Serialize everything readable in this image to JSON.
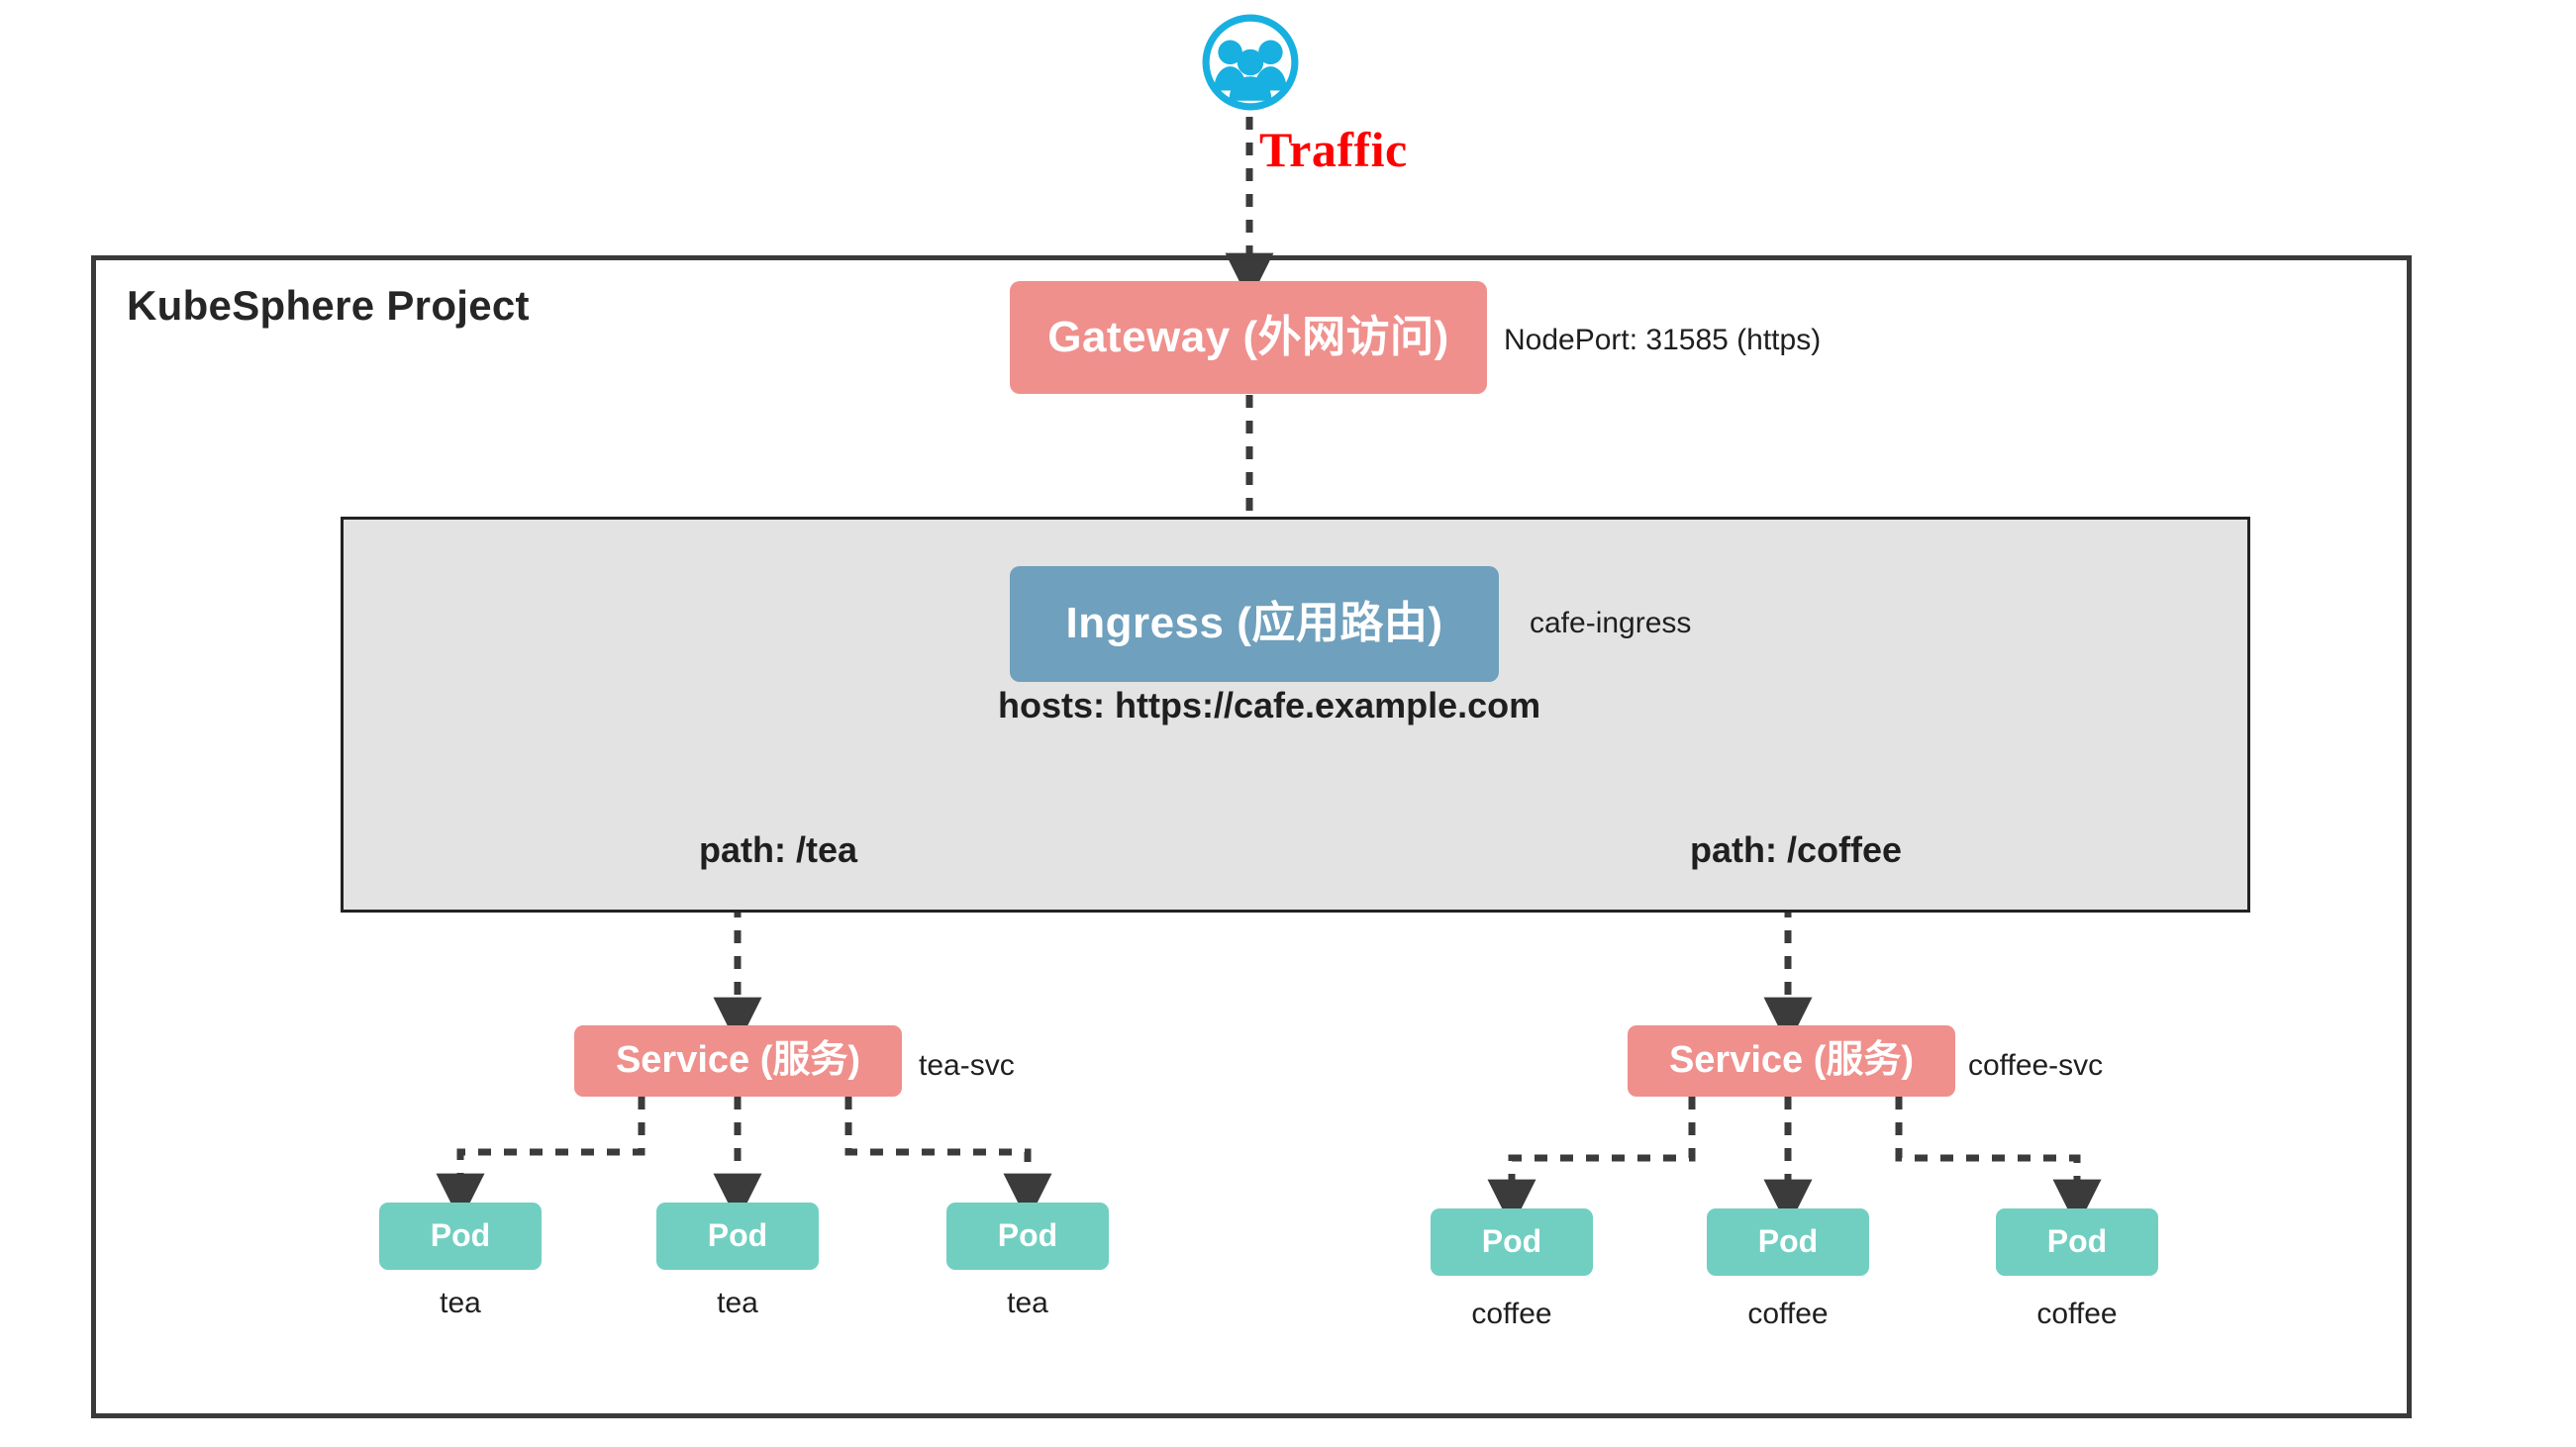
{
  "diagram": {
    "title": "KubeSphere Project",
    "traffic_label": "Traffic",
    "users_icon_name": "users-icon",
    "colors": {
      "gateway": "#ef908d",
      "ingress": "#6fa0bd",
      "service": "#ef908d",
      "pod": "#71cfc1",
      "traffic_text": "#ff0000",
      "users_icon": "#18b0e0",
      "ingress_zone_bg": "#e3e3e3",
      "border": "#3a3a3a",
      "arrow": "#3b3b3b"
    }
  },
  "gateway": {
    "label": "Gateway (外网访问)",
    "annotation": "NodePort: 31585 (https)"
  },
  "ingress": {
    "label": "Ingress (应用路由)",
    "annotation": "cafe-ingress",
    "hosts": "hosts: https://cafe.example.com"
  },
  "branches": [
    {
      "path_label": "path: /tea",
      "service_label": "Service (服务)",
      "service_annotation": "tea-svc",
      "pods": [
        {
          "label": "Pod",
          "caption": "tea"
        },
        {
          "label": "Pod",
          "caption": "tea"
        },
        {
          "label": "Pod",
          "caption": "tea"
        }
      ]
    },
    {
      "path_label": "path: /coffee",
      "service_label": "Service (服务)",
      "service_annotation": "coffee-svc",
      "pods": [
        {
          "label": "Pod",
          "caption": "coffee"
        },
        {
          "label": "Pod",
          "caption": "coffee"
        },
        {
          "label": "Pod",
          "caption": "coffee"
        }
      ]
    }
  ]
}
